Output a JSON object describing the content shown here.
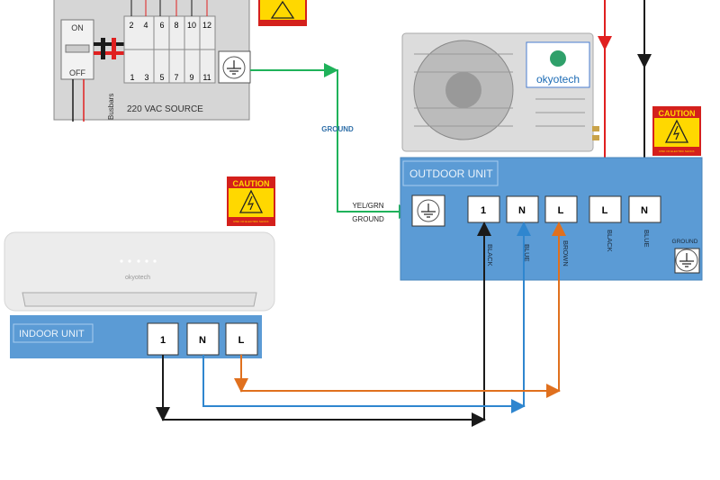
{
  "source_panel": {
    "switch_on": "ON",
    "switch_off": "OFF",
    "breaker_top_numbers": [
      "2",
      "4",
      "6",
      "8",
      "10",
      "12"
    ],
    "breaker_bottom_numbers": [
      "1",
      "3",
      "5",
      "7",
      "9",
      "11"
    ],
    "busbars_label": "Busbars",
    "source_label": "220 VAC SOURCE"
  },
  "caution": {
    "title": "CAUTION",
    "subtitle": "RISK OF ELECTRIC SHOCK"
  },
  "ground_wire": {
    "label": "GROUND",
    "color_label": "YEL/GRN",
    "end_label": "GROUND"
  },
  "outdoor_unit": {
    "brand": "okyotech",
    "label": "OUTDOOR UNIT",
    "terminals": [
      "1",
      "N",
      "L",
      "L",
      "N"
    ],
    "wire_labels": [
      "BLACK",
      "BLUE",
      "BROWN",
      "BLACK",
      "BLUE"
    ],
    "ground_label": "GROUND"
  },
  "indoor_unit": {
    "brand": "okyotech",
    "label": "INDOOR UNIT",
    "terminals": [
      "1",
      "N",
      "L"
    ]
  },
  "colors": {
    "unit_panel": "#5b9bd5",
    "ground_wire": "#1fb25a",
    "live_wire": "#e02020",
    "neutral_wire": "#1a1a1a",
    "blue_wire": "#2f86cf",
    "brown_wire": "#e0701e",
    "caution_yellow": "#ffd800",
    "caution_red": "#d4201c"
  }
}
